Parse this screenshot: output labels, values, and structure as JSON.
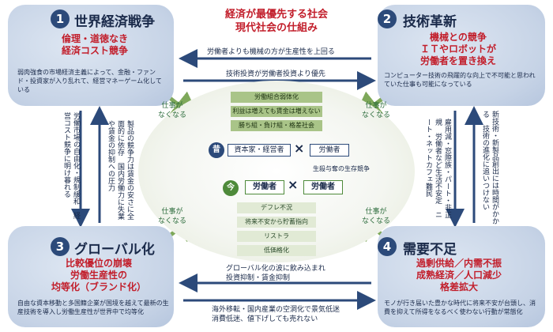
{
  "center_title": [
    "経済が最優先する社会",
    "現代社会の仕組み"
  ],
  "q1": {
    "num": "1",
    "title": "世界経済戦争",
    "subtitle": [
      "倫理・道徳なき",
      "経済コスト競争"
    ],
    "desc": "弱肉強食の市場経済主義によって、金融・ファンド・投資家が入り乱れて、経営マネーゲーム化している"
  },
  "q2": {
    "num": "2",
    "title": "技術革新",
    "subtitle": [
      "機械との競争",
      "ＩＴやロボットが",
      "労働者を置き換え"
    ],
    "desc": "コンピューター技術の飛躍的な向上で不可能と思われていた仕事も可能になっている"
  },
  "q3": {
    "num": "3",
    "title": "グローバル化",
    "subtitle": [
      "比較優位の崩壊",
      "労働生産性の",
      "均等化（ブランド化）"
    ],
    "desc": "自由な資本移動と多国籍企業が国境を越えて最新の生産技術を導入し労働生産性が世界中で均等化"
  },
  "q4": {
    "num": "4",
    "title": "需要不足",
    "subtitle": [
      "過剰供給／内需不振",
      "成熟経済／人口減少",
      "格差拡大"
    ],
    "desc": "モノが行き届いた豊かな時代に将来不安が台頭し、消費を抑えて所得をなるべく使わない行動が常態化"
  },
  "arrows": {
    "top1": "労働者よりも機械の方が生産性を上回る",
    "top2": "技術投資が労働者投資より優先",
    "bottom1": [
      "グローバル化の波に飲み込まれ",
      "投資抑制・賃金抑制"
    ],
    "bottom2": [
      "海外移転・国内産業の空洞化で景気低迷",
      "消費低迷、値下げしても売れない"
    ]
  },
  "left_vert": "労働市場の自由化・規制緩和　経営コスト競争に明け暮れる",
  "left_inner_vert": "製品の競争力は賃金の安さに全面的に依存　国内労働力に失業や賃金の抑制への圧力",
  "right_inner_vert": "雇用減・窓際族・パート・非正規　労働者など生活不安定　ニート・ネットカフェ難民",
  "right_vert": "新技術・新製品創出には時間がかかる　技術の進化に追いつけない",
  "no_work": "仕事が\nなくなる",
  "center": {
    "green_top": [
      "労働組合弱体化",
      "利益は増えても賃金は増えない",
      "勝ち組・負け組・格差社会"
    ],
    "old_label": "昔",
    "old_left": "資本家・経営者",
    "old_right": "労働者",
    "struggle": "生殺与奪の生存競争",
    "now_label": "今",
    "now_left": "労働者",
    "now_right": "労働者",
    "green_bottom": [
      "デフレ不況",
      "将来不安から貯蓄指向",
      "リストラ",
      "低価格化"
    ],
    "x": "×"
  },
  "colors": {
    "navy": "#2c4a7a",
    "red": "#c21e2b",
    "green": "#a9c488",
    "quad": "#c6d3e6"
  }
}
